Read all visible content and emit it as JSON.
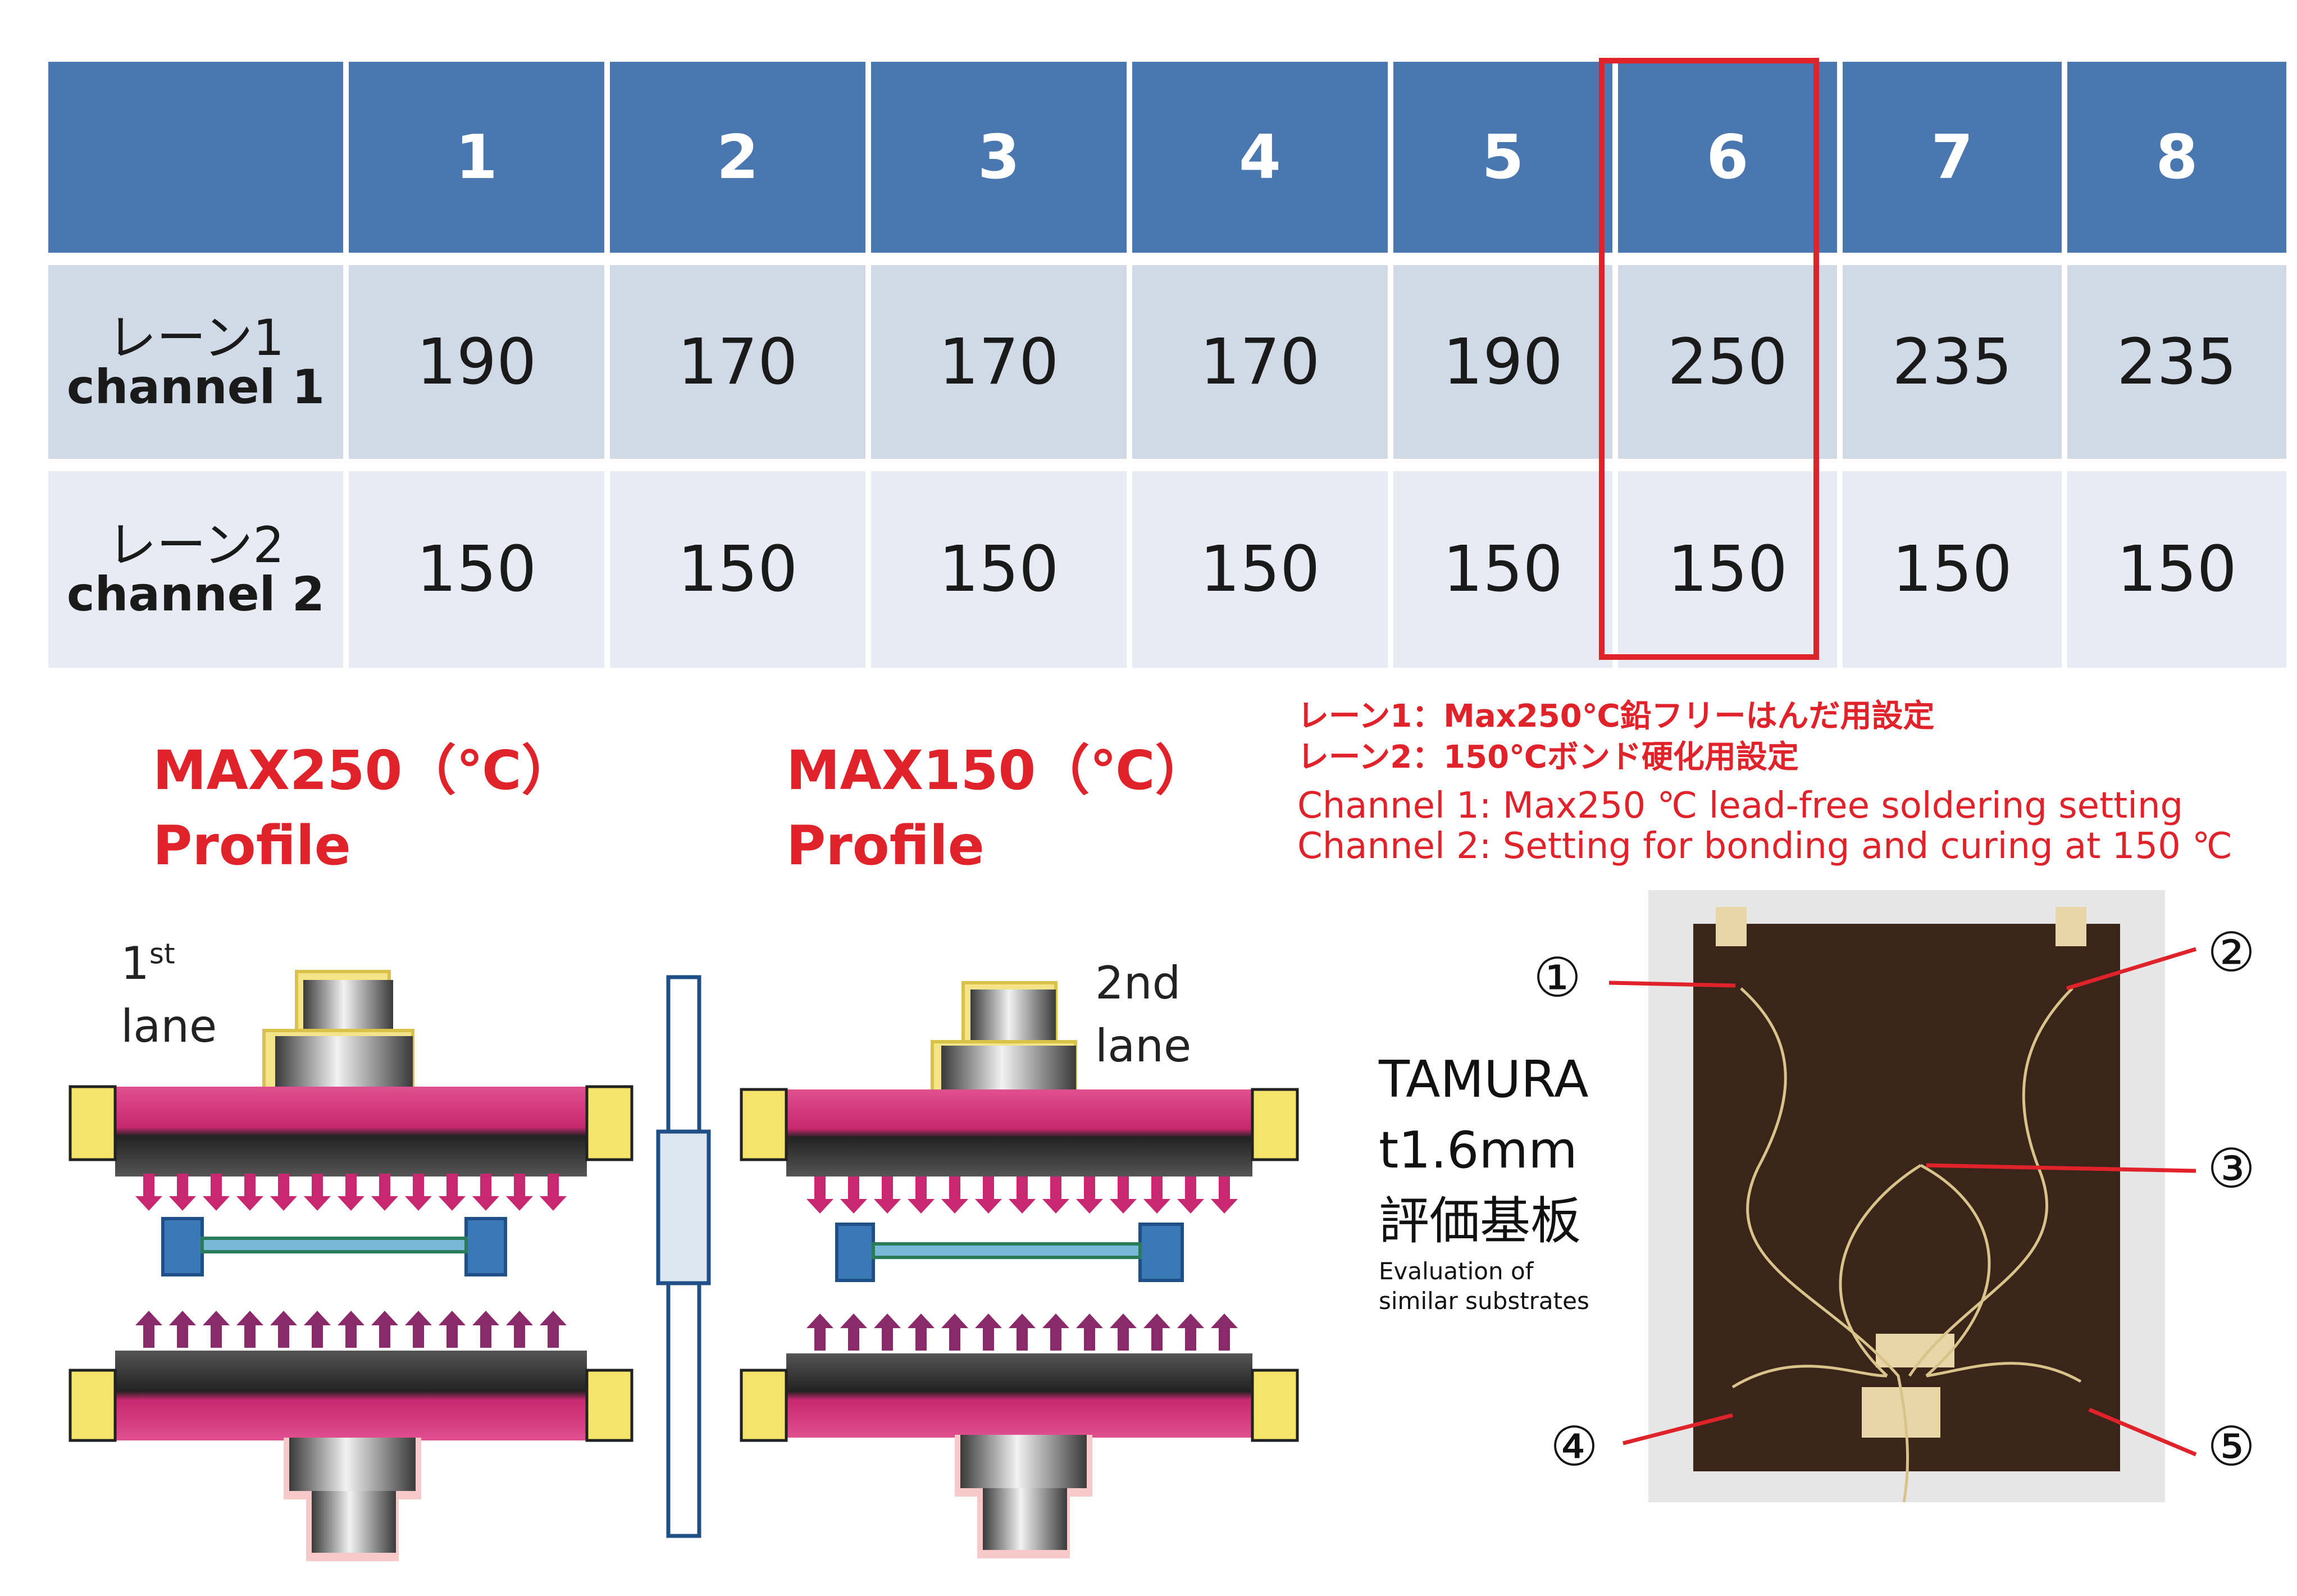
{
  "table": {
    "headers": [
      "",
      "1",
      "2",
      "3",
      "4",
      "5",
      "6",
      "7",
      "8"
    ],
    "rows": [
      {
        "label_jp": "レーン1",
        "label_en": "channel 1",
        "values": [
          "190",
          "170",
          "170",
          "170",
          "190",
          "250",
          "235",
          "235"
        ]
      },
      {
        "label_jp": "レーン2",
        "label_en": "channel 2",
        "values": [
          "150",
          "150",
          "150",
          "150",
          "150",
          "150",
          "150",
          "150"
        ]
      }
    ],
    "highlight_color": "#e0232a"
  },
  "profiles": {
    "left": {
      "title": "MAX250（℃）",
      "subtitle": "Profile",
      "lane_num": "1",
      "lane_sup": "st",
      "lane_word": "lane"
    },
    "right": {
      "title": "MAX150（℃）",
      "subtitle": "Profile",
      "lane_label_line1": "2nd",
      "lane_label_line2": "lane"
    }
  },
  "notes": {
    "jp_line1": "レーン1：Max250℃鉛フリーはんだ用設定",
    "jp_line2": "レーン2：150℃ボンド硬化用設定",
    "en_line1": "Channel 1: Max250 ℃ lead-free soldering setting",
    "en_line2": "Channel 2: Setting for bonding and curing at 150 ℃"
  },
  "board": {
    "maker": "TAMURA",
    "thickness": "t1.6mm",
    "jp_label": "評価基板",
    "en_label_line1": "Evaluation of",
    "en_label_line2": "similar substrates",
    "points": [
      "①",
      "②",
      "③",
      "④",
      "⑤"
    ]
  },
  "colors": {
    "accent_red": "#e0232a",
    "header_blue": "#4a77b0",
    "heater_magenta": "#d2367a",
    "board_brown": "#3b2419"
  }
}
